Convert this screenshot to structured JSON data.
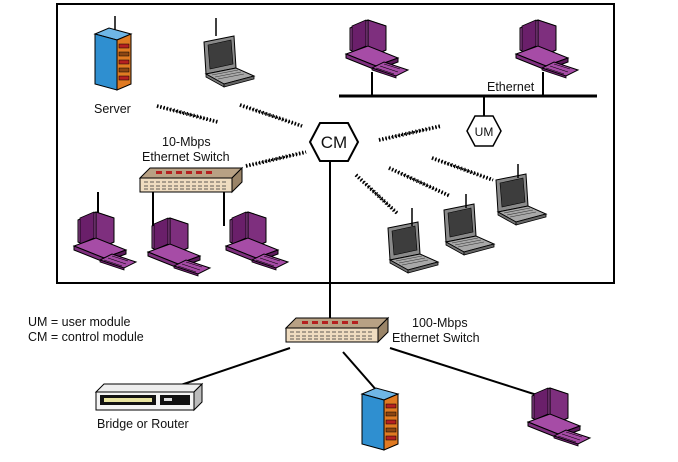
{
  "labels": {
    "server": "Server",
    "switch10_line1": "10-Mbps",
    "switch10_line2": "Ethernet Switch",
    "ethernet": "Ethernet",
    "um": "UM",
    "cm": "CM",
    "legend_um": "UM = user module",
    "legend_cm": "CM = control module",
    "switch100_line1": "100-Mbps",
    "switch100_line2": "Ethernet Switch",
    "bridge_router": "Bridge or Router"
  },
  "colors": {
    "pc_purple": "#a64ca6",
    "pc_purple_dark": "#6a1f6a",
    "switch_body": "#efdcc0",
    "switch_top": "#b8a184",
    "switch_accent": "#b52020",
    "server_blue": "#2f8fd0",
    "server_orange": "#e07a22",
    "laptop_gray": "#8a8a8a",
    "laptop_screen": "#4a4a4a"
  }
}
